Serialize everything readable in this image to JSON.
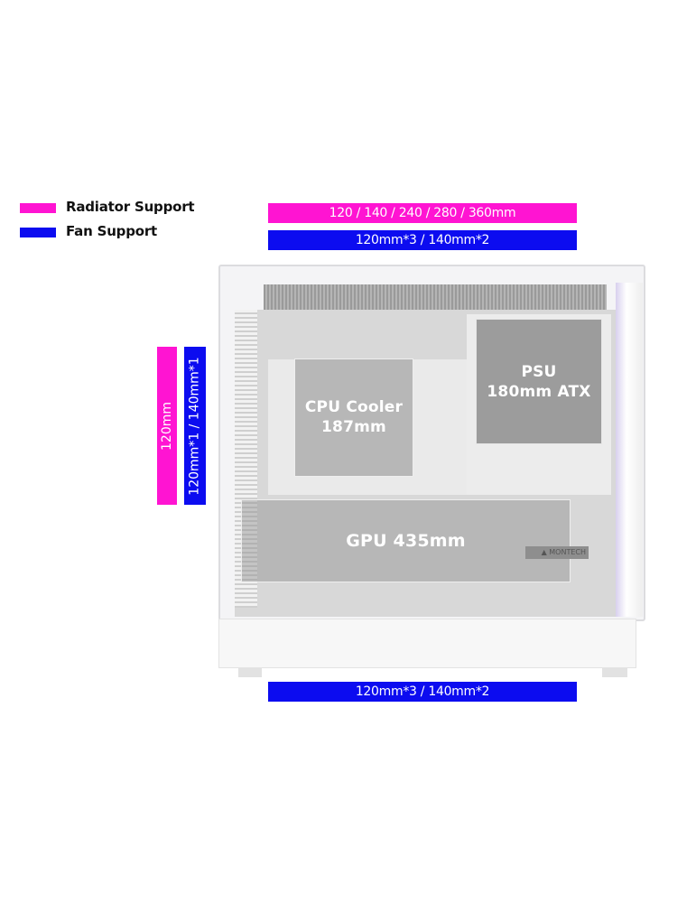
{
  "legend": [
    {
      "label": "Radiator Support",
      "color": "#ff14d2"
    },
    {
      "label": "Fan Support",
      "color": "#0c0cf0"
    }
  ],
  "top": {
    "radiator": "120 / 140 / 240 / 280 / 360mm",
    "fan": "120mm*3 / 140mm*2"
  },
  "side": {
    "radiator": "120mm",
    "fan": "120mm*1 / 140mm*1"
  },
  "bottom": {
    "fan": "120mm*3 / 140mm*2"
  },
  "case": {
    "psu": {
      "title": "PSU",
      "size": "180mm ATX"
    },
    "cpu": {
      "title": "CPU Cooler",
      "size": "187mm"
    },
    "gpu": {
      "label": "GPU 435mm"
    },
    "brand": "MONTECH"
  }
}
